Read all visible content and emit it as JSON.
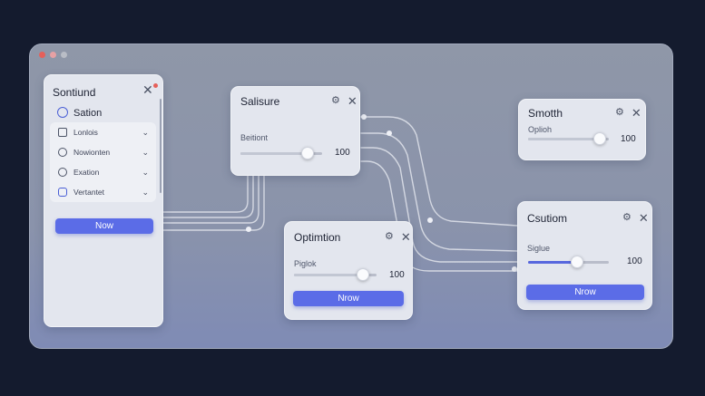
{
  "sidebar": {
    "title": "Sontiund",
    "section": "Sation",
    "items": [
      {
        "label": "Lonlois"
      },
      {
        "label": "Nowionten"
      },
      {
        "label": "Exation"
      },
      {
        "label": "Vertantet"
      }
    ],
    "button_label": "Now"
  },
  "panels": {
    "salisure": {
      "title": "Salisure",
      "label": "Beitiont",
      "value": "100",
      "level": 0.82
    },
    "optimtion": {
      "title": "Optimtion",
      "label": "Piglok",
      "value": "100",
      "level": 0.84,
      "button_label": "Nrow"
    },
    "smotth": {
      "title": "Smotth",
      "label": "Oplioh",
      "value": "100",
      "level": 0.89
    },
    "csutiom": {
      "title": "Csutiom",
      "label": "Siglue",
      "value": "100",
      "level": 0.61,
      "button_label": "Nrow"
    }
  },
  "colors": {
    "accent": "#5b6ce7",
    "slider_fill": "#5767de",
    "slider_fill_light": "#c2c7d3",
    "window_dot_red": "#e5605a"
  },
  "icons": {
    "close": "close-icon",
    "gear": "gear-icon",
    "chevron": "chevron-down-icon"
  }
}
